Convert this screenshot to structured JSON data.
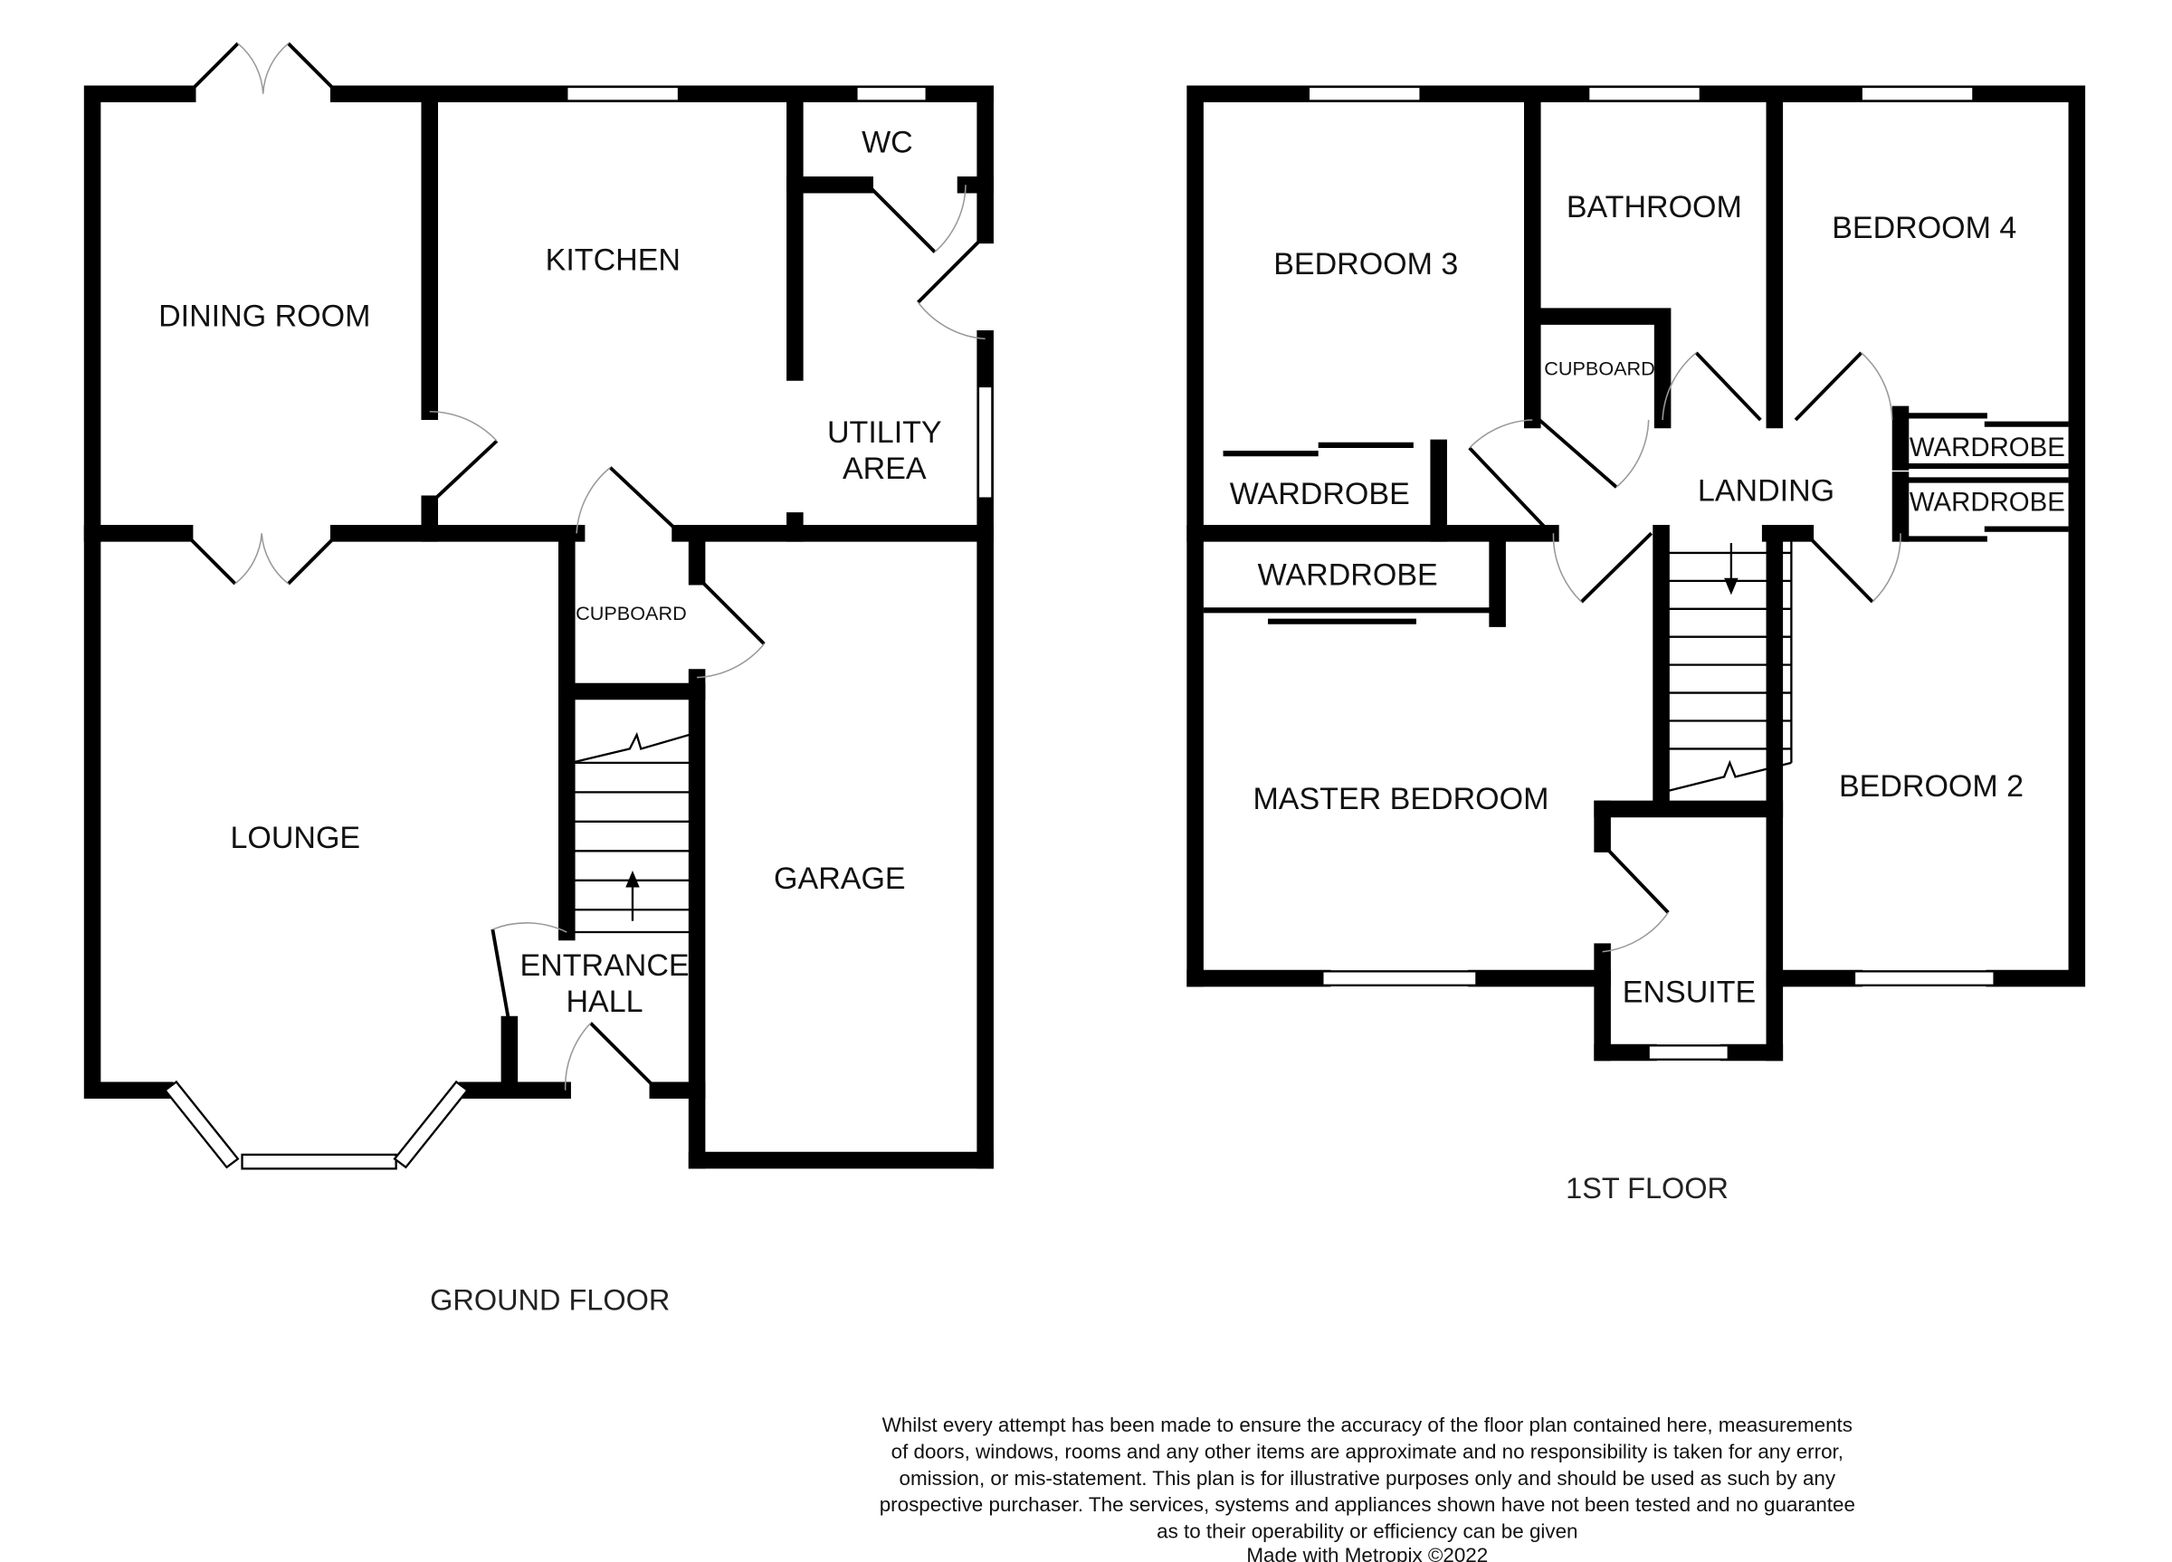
{
  "ground_floor": {
    "title": "GROUND FLOOR",
    "rooms": {
      "dining_room": "DINING ROOM",
      "kitchen": "KITCHEN",
      "wc": "WC",
      "utility_line1": "UTILITY",
      "utility_line2": "AREA",
      "cupboard": "CUPBOARD",
      "lounge": "LOUNGE",
      "garage": "GARAGE",
      "entrance_line1": "ENTRANCE",
      "entrance_line2": "HALL"
    }
  },
  "first_floor": {
    "title": "1ST FLOOR",
    "rooms": {
      "bedroom3": "BEDROOM 3",
      "bathroom": "BATHROOM",
      "bedroom4": "BEDROOM 4",
      "cupboard": "CUPBOARD",
      "landing": "LANDING",
      "wardrobe_b3": "WARDROBE",
      "wardrobe_master": "WARDROBE",
      "wardrobe_b4": "WARDROBE",
      "wardrobe_b2": "WARDROBE",
      "master_bedroom": "MASTER BEDROOM",
      "bedroom2": "BEDROOM 2",
      "ensuite": "ENSUITE"
    }
  },
  "disclaimer": [
    "Whilst every attempt has been made to ensure the accuracy of the floor plan contained here, measurements",
    "of doors, windows, rooms and any other items are approximate and no responsibility is taken for any error,",
    "omission, or mis-statement. This plan is for illustrative purposes only and should be used as such by any",
    "prospective purchaser. The services, systems and appliances shown have not been tested and no guarantee",
    "as to their operability or efficiency can be given",
    "Made with Metropix ©2022"
  ]
}
